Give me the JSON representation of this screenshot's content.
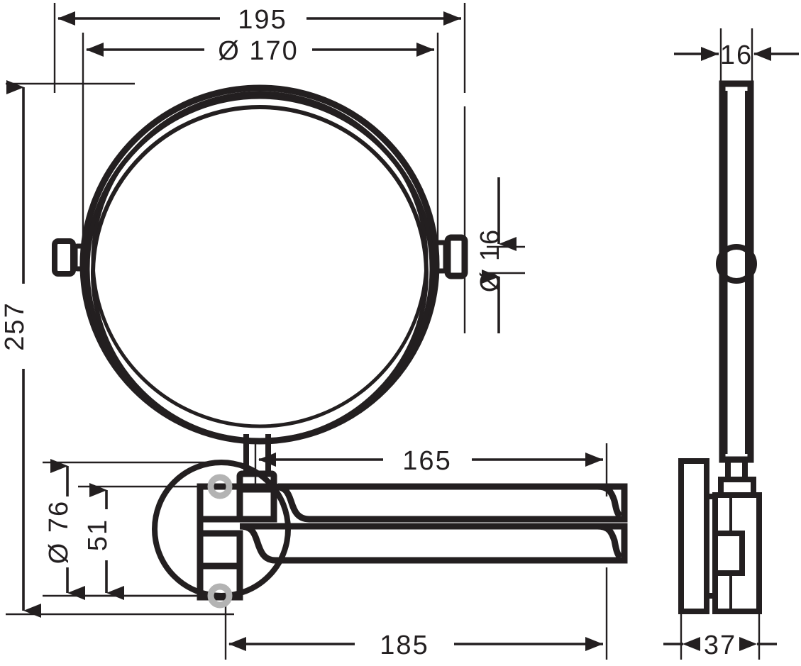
{
  "drawing": {
    "title": "Wall-mounted magnifying mirror dimensional drawing",
    "units": "mm",
    "line_color": "#231f20",
    "accent_color": "#b3b3b3",
    "background_color": "#ffffff",
    "views": {
      "front": "front-elevation",
      "side": "side-elevation"
    }
  },
  "dimensions": {
    "overall_width": "195",
    "mirror_diameter": "Ø 170",
    "overall_height": "257",
    "wall_plate_diameter": "Ø 76",
    "screw_spacing": "51",
    "arm_reach": "165",
    "projection": "185",
    "pivot_diameter": "Ø 16",
    "mirror_thickness": "16",
    "side_depth": "37"
  },
  "labels": {
    "width_195": "195",
    "dia_170": "Ø 170",
    "height_257": "257",
    "dia_76": "Ø 76",
    "spacing_51": "51",
    "reach_165": "165",
    "projection_185": "185",
    "dia_16": "Ø 16",
    "thickness_16": "16",
    "depth_37": "37"
  }
}
